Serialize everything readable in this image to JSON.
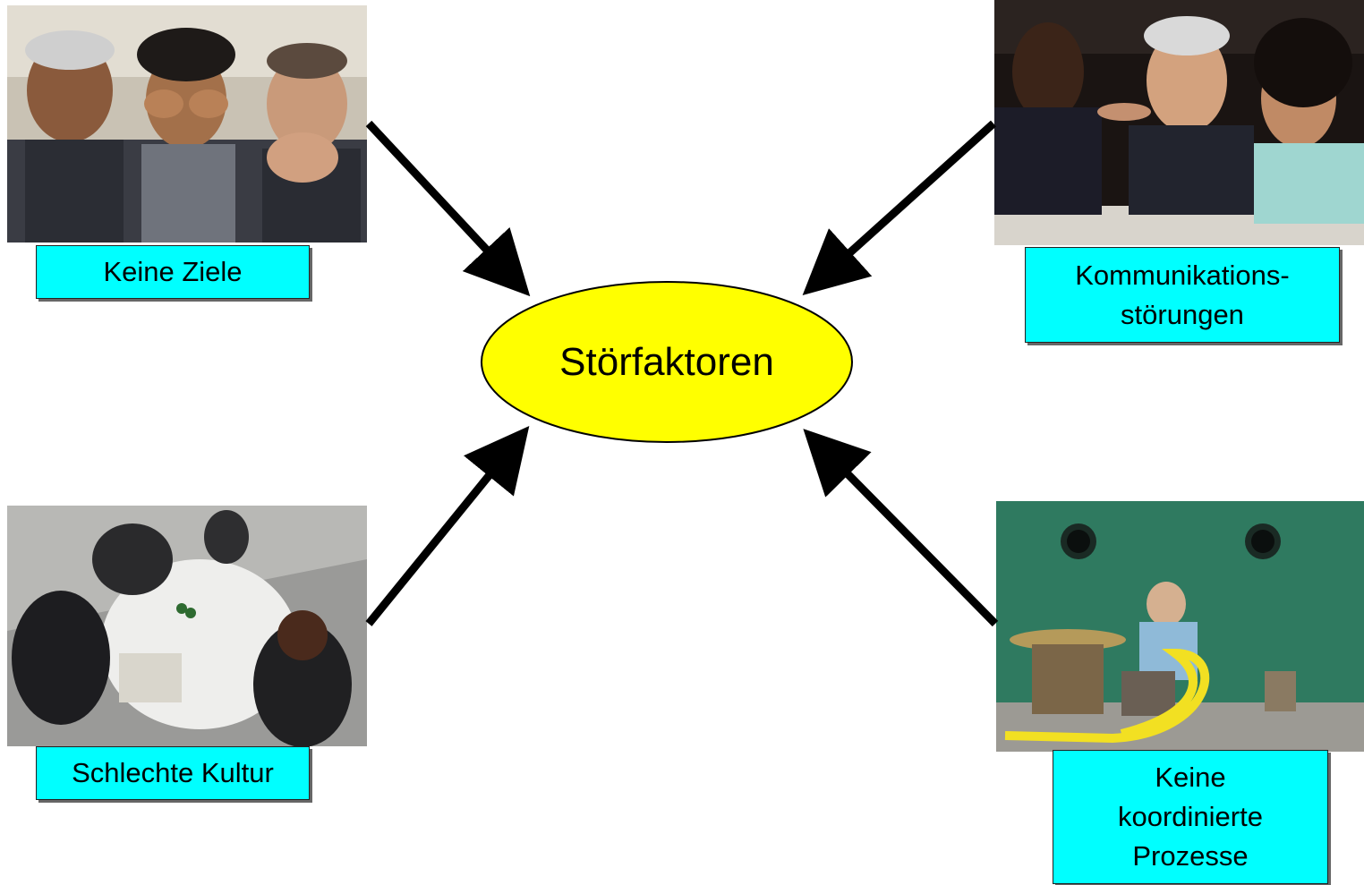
{
  "center": {
    "label": "Störfaktoren",
    "fill": "#ffff00"
  },
  "nodes": [
    {
      "id": "keine-ziele",
      "lines": [
        "Keine Ziele"
      ],
      "photo": "three-people-see-hear-speak-no-evil-photo"
    },
    {
      "id": "kommunikation",
      "lines": [
        "Kommunikations-",
        "störungen"
      ],
      "photo": "businessman-on-phone-meeting-photo"
    },
    {
      "id": "kultur",
      "lines": [
        "Schlechte Kultur"
      ],
      "photo": "overhead-meeting-table-photo"
    },
    {
      "id": "prozesse",
      "lines": [
        "Keine",
        "koordinierte",
        "Prozesse"
      ],
      "photo": "man-with-tangled-yellow-rope-photo"
    }
  ],
  "colors": {
    "label_bg": "#00ffff",
    "arrow": "#000000",
    "center_fill": "#ffff00"
  }
}
